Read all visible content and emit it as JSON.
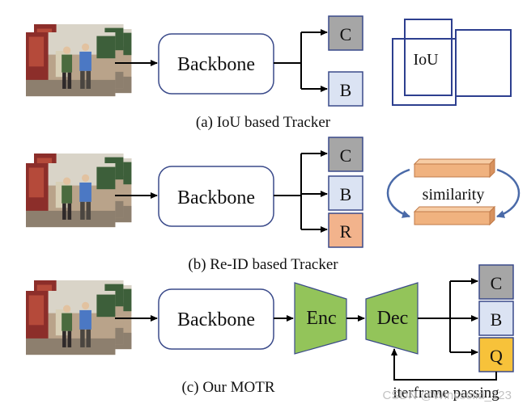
{
  "colors": {
    "box_stroke": "#3a4a8a",
    "class_fill": "#a6a6a6",
    "bbox_fill": "#dbe3f3",
    "reid_fill": "#f2b38c",
    "query_fill": "#f7c23a",
    "coder_fill": "#93c45a",
    "slab_fill": "#f0b27f",
    "arrow_blue": "#4a6aa8"
  },
  "section_a": {
    "backbone": "Backbone",
    "out_c": "C",
    "out_b": "B",
    "iou": "IoU",
    "caption": "(a) IoU based Tracker"
  },
  "section_b": {
    "backbone": "Backbone",
    "out_c": "C",
    "out_b": "B",
    "out_r": "R",
    "similarity": "similarity",
    "caption": "(b) Re-ID based Tracker"
  },
  "section_c": {
    "backbone": "Backbone",
    "encoder": "Enc",
    "decoder": "Dec",
    "out_c": "C",
    "out_b": "B",
    "out_q": "Q",
    "feedback": "iterframe passing",
    "caption": "(c) Our MOTR"
  },
  "watermark": "CSDN @Wincsolid_123"
}
